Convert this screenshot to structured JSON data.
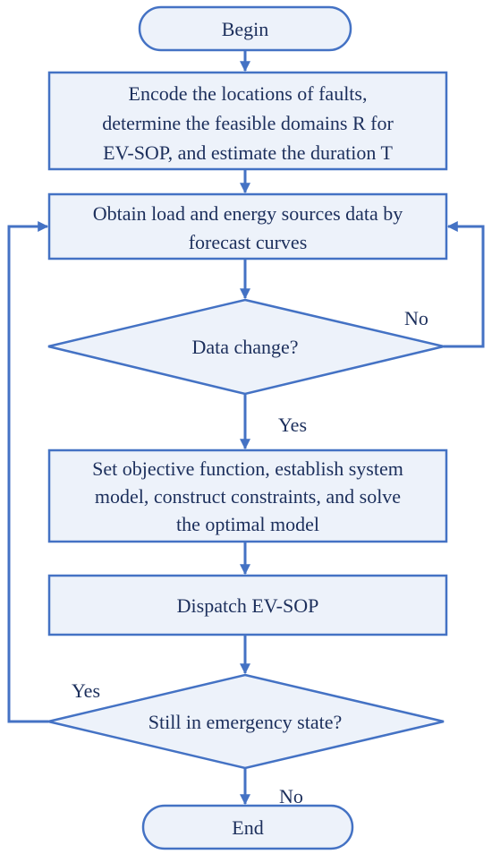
{
  "diagram": {
    "colors": {
      "stroke": "#4472c4",
      "fill": "#edf2fa",
      "text": "#1c2f5c",
      "background": "#ffffff"
    },
    "nodes": {
      "begin": {
        "shape": "terminal",
        "lines": [
          "Begin"
        ]
      },
      "encode": {
        "shape": "process",
        "lines": [
          "Encode the locations of faults,",
          "determine the feasible domains R for",
          "EV-SOP, and estimate the duration T"
        ]
      },
      "obtain": {
        "shape": "process",
        "lines": [
          "Obtain load and energy sources data by",
          "forecast curves"
        ]
      },
      "data_change": {
        "shape": "decision",
        "lines": [
          "Data change?"
        ]
      },
      "set_objective": {
        "shape": "process",
        "lines": [
          "Set objective function, establish system",
          "model, construct constraints, and solve",
          "the optimal model"
        ]
      },
      "dispatch": {
        "shape": "process",
        "lines": [
          "Dispatch EV-SOP"
        ]
      },
      "emergency": {
        "shape": "decision",
        "lines": [
          "Still in emergency state?"
        ]
      },
      "end": {
        "shape": "terminal",
        "lines": [
          "End"
        ]
      }
    },
    "edge_labels": {
      "data_change_no": "No",
      "data_change_yes": "Yes",
      "emergency_yes": "Yes",
      "emergency_no": "No"
    }
  }
}
